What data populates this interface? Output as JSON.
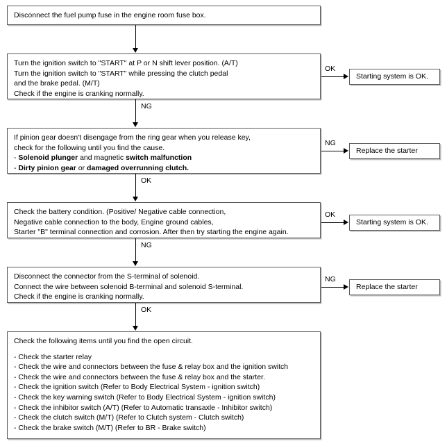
{
  "diagram": {
    "title": "Starting system troubleshooting flowchart",
    "colors": {
      "box_border": "#5a5a5a",
      "box_shadow": "#b8b8b8",
      "line": "#000000",
      "background": "#ffffff"
    }
  },
  "nodes": {
    "step1": {
      "lines": [
        "Disconnect the fuel pump fuse in the engine room fuse box."
      ]
    },
    "step2": {
      "lines": [
        "Turn the ignition switch to \"START\" at P or N shift lever position. (A/T)",
        "Turn the ignition switch to \"START\" while pressing the clutch pedal",
        "and the brake pedal. (M/T)",
        "Check if the engine is cranking normally."
      ]
    },
    "step3": {
      "lines": [
        "If pinion gear doesn't disengage from the ring gear when you release key,",
        "check for the following until you find the cause."
      ],
      "bullet1": {
        "dash": "- ",
        "bold1": "Solenoid plunger",
        "mid": " and magnetic ",
        "bold2": "switch malfunction"
      },
      "bullet2": {
        "dash": "- ",
        "bold1": "Dirty pinion gear",
        "mid": " or ",
        "bold2": "damaged overrunning clutch."
      }
    },
    "step4": {
      "lines": [
        "Check the battery condition. (Positive/ Negative cable connection,",
        "Negative cable connection to the body, Engine ground cables,",
        "Starter \"B\" terminal connection and corrosion. After then try starting the engine again."
      ]
    },
    "step5": {
      "lines": [
        "Disconnect the connector from the S-terminal of solenoid.",
        "Connect the wire between solenoid B-terminal and solenoid S-terminal.",
        "Check if the engine is cranking normally."
      ]
    },
    "step6": {
      "heading": "Check the following items until you find the open circuit.",
      "items": [
        "- Check the starter relay",
        "- Check the wire and connectors between the fuse & relay box and the ignition switch",
        "- Check the wire and connectors between the fuse & relay box and the starter.",
        "- Check the ignition switch (Refer to Body Electrical System - ignition switch)",
        "- Check the key warning switch (Refer to Body Electrical System - ignition switch)",
        "- Check the inhibitor switch (A/T) (Refer to Automatic transaxle - Inhibitor switch)",
        "- Check the clutch switch (M/T) (Refer to Clutch system - Clutch switch)",
        "- Check the brake switch (M/T) (Refer to BR - Brake switch)"
      ]
    }
  },
  "results": {
    "ok1": {
      "label": "Starting system is OK."
    },
    "ng1": {
      "label": "Replace the starter"
    },
    "ok2": {
      "label": "Starting system is OK."
    },
    "ng2": {
      "label": "Replace the starter"
    }
  },
  "edges": {
    "branch_step2_ok": "OK",
    "branch_step2_ng": "NG",
    "branch_step3_ng": "NG",
    "branch_step3_ok": "OK",
    "branch_step4_ok": "OK",
    "branch_step4_ng": "NG",
    "branch_step5_ng": "NG",
    "branch_step5_ok": "OK"
  }
}
